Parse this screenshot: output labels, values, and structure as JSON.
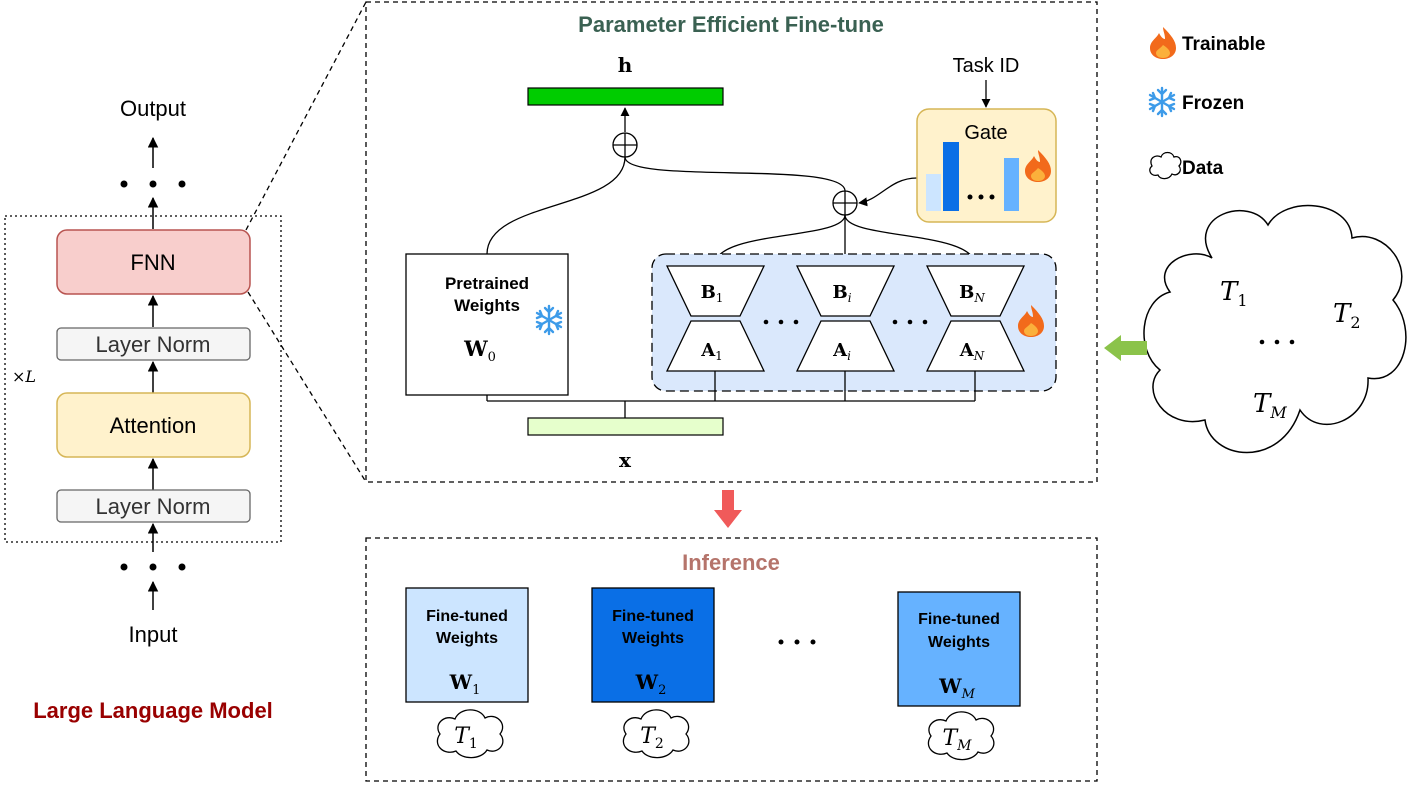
{
  "llm": {
    "output": "Output",
    "input": "Input",
    "fnn": "FNN",
    "layer_norm_top": "Layer Norm",
    "attention": "Attention",
    "layer_norm_bottom": "Layer Norm",
    "repeat_label": "×L",
    "caption": "Large Language Model"
  },
  "peft": {
    "title": "Parameter Efficient Fine-tune",
    "h_label": "h",
    "x_label": "x",
    "pretrained_line1": "Pretrained",
    "pretrained_line2": "Weights",
    "pretrained_symbol": "W",
    "pretrained_sub": "0",
    "task_id": "Task ID",
    "gate": "Gate",
    "adapters": [
      {
        "b": "B",
        "a": "A",
        "sub": "1"
      },
      {
        "b": "B",
        "a": "A",
        "sub": "i"
      },
      {
        "b": "B",
        "a": "A",
        "sub": "N"
      }
    ]
  },
  "legend": {
    "trainable": "Trainable",
    "frozen": "Frozen",
    "data": "Data"
  },
  "data_cloud": {
    "t1": "T",
    "t1_sub": "1",
    "t2": "T",
    "t2_sub": "2",
    "tm": "T",
    "tm_sub": "M"
  },
  "inference": {
    "title": "Inference",
    "cards": [
      {
        "line1": "Fine-tuned",
        "line2": "Weights",
        "symbol": "W",
        "sub": "1",
        "task": "T",
        "task_sub": "1",
        "color": "#cce5ff"
      },
      {
        "line1": "Fine-tuned",
        "line2": "Weights",
        "symbol": "W",
        "sub": "2",
        "task": "T",
        "task_sub": "2",
        "color": "#0a6fe6"
      },
      {
        "line1": "Fine-tuned",
        "line2": "Weights",
        "symbol": "W",
        "sub": "M",
        "task": "T",
        "task_sub": "M",
        "color": "#66b2ff"
      }
    ]
  },
  "colors": {
    "fnn_fill": "#f8cecc",
    "fnn_border": "#b85450",
    "attention_fill": "#fff2cc",
    "attention_border": "#d6b656",
    "peft_title": "#3a6152",
    "inference_title": "#b5746b",
    "caption": "#990000",
    "h_bar": "#00cc00",
    "x_bar": "#e6ffcc",
    "adapter_panel": "#dae8fc",
    "gate_fill": "#fff2cc"
  }
}
